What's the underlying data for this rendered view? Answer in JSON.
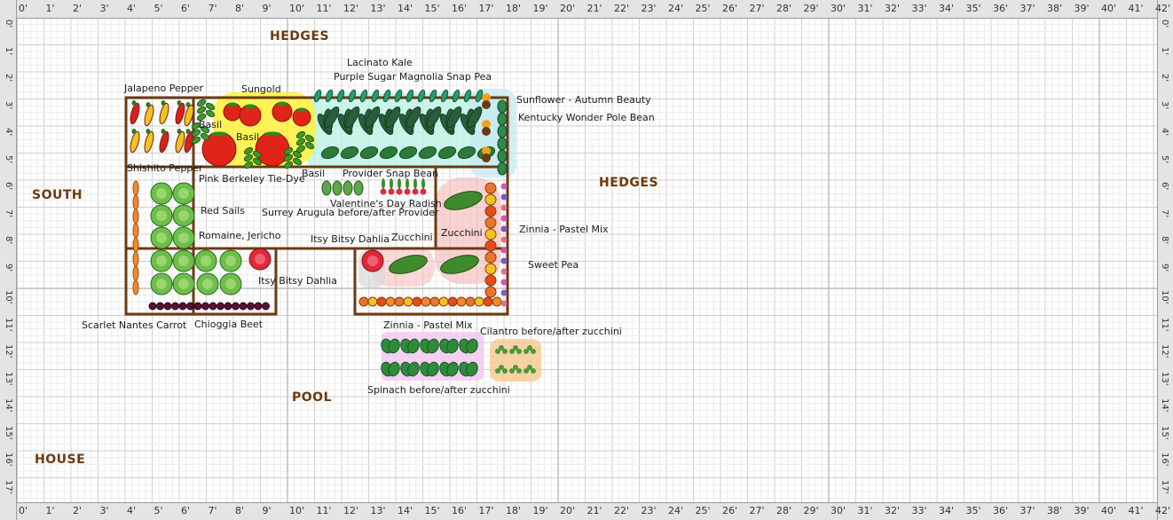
{
  "ruler": {
    "top": [
      "0'",
      "1'",
      "2'",
      "3'",
      "4'",
      "5'",
      "6'",
      "7'",
      "8'",
      "9'",
      "10'",
      "11'",
      "12'",
      "13'",
      "14'",
      "15'",
      "16'",
      "17'",
      "18'",
      "19'",
      "20'",
      "21'",
      "22'",
      "23'",
      "24'",
      "25'",
      "26'",
      "27'",
      "28'",
      "29'",
      "30'",
      "31'",
      "32'",
      "33'",
      "34'",
      "35'",
      "36'",
      "37'",
      "38'",
      "39'",
      "40'",
      "41'",
      "42'"
    ],
    "side": [
      "0'",
      "1'",
      "2'",
      "3'",
      "4'",
      "5'",
      "6'",
      "7'",
      "8'",
      "9'",
      "10'",
      "11'",
      "12'",
      "13'",
      "14'",
      "15'",
      "16'",
      "17'"
    ]
  },
  "areas": {
    "hedges_top": "HEDGES",
    "hedges_right": "HEDGES",
    "south": "SOUTH",
    "pool": "POOL",
    "house": "HOUSE"
  },
  "plants": {
    "lacinato_kale": "Lacinato Kale",
    "purple_snap_pea": "Purple Sugar Magnolia Snap Pea",
    "jalapeno": "Jalapeno Pepper",
    "sungold": "Sungold",
    "sunflower": "Sunflower - Autumn Beauty",
    "pole_bean": "Kentucky Wonder Pole Bean",
    "basil_1": "Basil",
    "basil_2": "Basil",
    "basil_3": "Basil",
    "shishito": "Shishito Pepper",
    "provider_bean": "Provider Snap Bean",
    "pink_berkeley": "Pink Berkeley Tie-Dye",
    "radish": "Valentine's Day Radish",
    "red_sails": "Red Sails",
    "arugula": "Surrey Arugula before/after Provider",
    "romaine": "Romaine, Jericho",
    "dahlia_right": "Itsy Bitsy Dahlia",
    "zucchini_1": "Zucchini",
    "zucchini_2": "Zucchini",
    "zinnia_right": "Zinnia - Pastel Mix",
    "sweet_pea": "Sweet Pea",
    "dahlia_left": "Itsy Bitsy Dahlia",
    "carrot": "Scarlet Nantes Carrot",
    "beet": "Chioggia Beet",
    "zinnia_bottom": "Zinnia - Pastel Mix",
    "cilantro": "Cilantro before/after zucchini",
    "spinach": "Spinach before/after zucchini"
  },
  "colors": {
    "bed_border": "#6b3a12",
    "area_label": "#6b3a0f",
    "ruler_bg": "#e4e4e4",
    "grid_line": "#dcdcdc"
  },
  "icons": [
    "pepper-icon",
    "tomato-icon",
    "basil-icon",
    "kale-icon",
    "pea-pod-icon",
    "sunflower-icon",
    "bean-icon",
    "lettuce-icon",
    "carrot-icon",
    "beet-icon",
    "radish-icon",
    "zucchini-icon",
    "zinnia-icon",
    "dahlia-icon",
    "sweet-pea-icon",
    "cilantro-icon",
    "spinach-icon"
  ]
}
